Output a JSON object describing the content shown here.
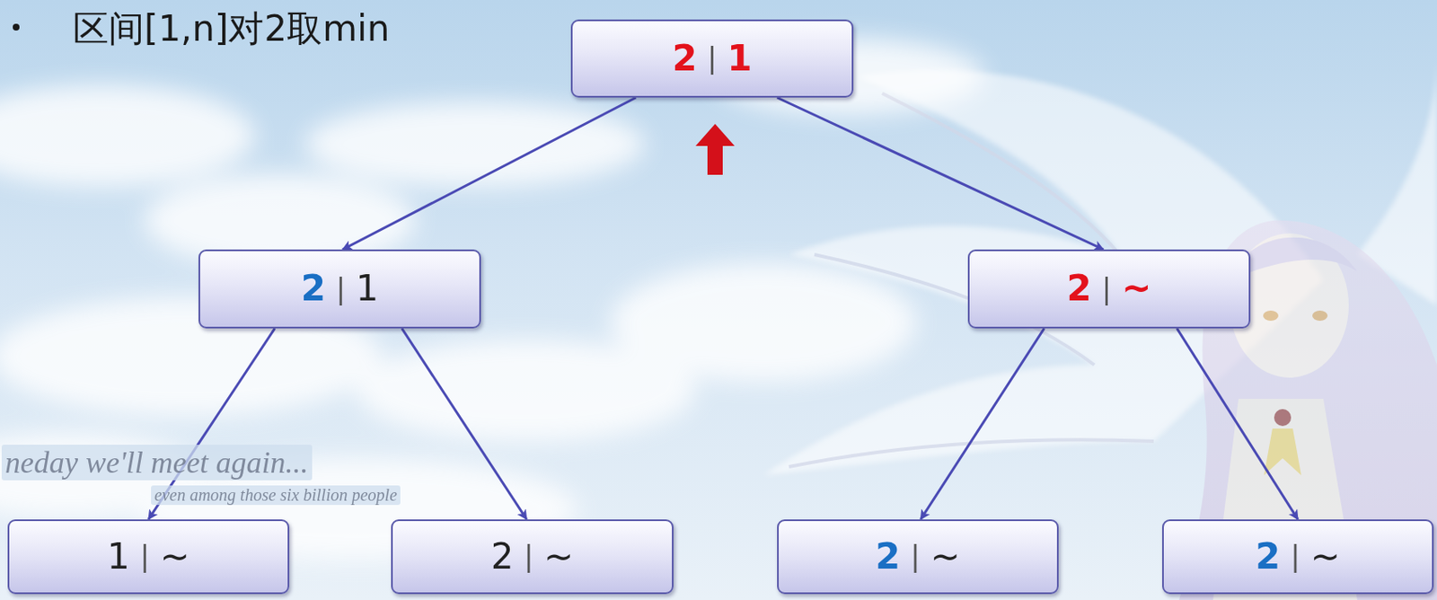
{
  "diagram": {
    "title": "区间[1,n]对2取min",
    "nodes": [
      {
        "text": [
          "2",
          "|",
          "1"
        ]
      },
      {
        "text": [
          "2",
          "|",
          "1"
        ]
      },
      {
        "text": [
          "2",
          "|",
          "~"
        ]
      },
      {
        "text": [
          "1",
          "|",
          "~"
        ]
      },
      {
        "text": [
          "2",
          "|",
          "~"
        ]
      },
      {
        "text": [
          "2",
          "|",
          "~"
        ]
      },
      {
        "text": [
          "2",
          "|",
          "~"
        ]
      }
    ],
    "edges": [
      {
        "from": 0,
        "to": 1,
        "arrow": "to"
      },
      {
        "from": 0,
        "to": 2,
        "arrow": "to"
      },
      {
        "from": 1,
        "to": 3,
        "arrow": "to"
      },
      {
        "from": 1,
        "to": 4,
        "arrow": "to"
      },
      {
        "from": 2,
        "to": 5,
        "arrow": "to"
      },
      {
        "from": 2,
        "to": 6,
        "arrow": "to"
      }
    ],
    "labels": [
      "neday we'll meet again...",
      "even among those six billion people"
    ]
  }
}
